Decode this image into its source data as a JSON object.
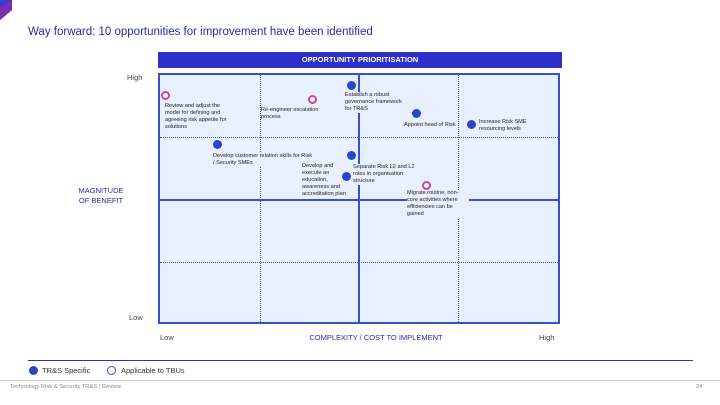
{
  "slide": {
    "title": "Way forward: 10 opportunities for improvement have been identified",
    "banner": "OPPORTUNITY PRIORITISATION",
    "footer": "Technology Risk & Security TR&S | Review",
    "page_number": "24"
  },
  "axes": {
    "y_label_line1": "MAGNITUDE",
    "y_label_line2": "OF BENEFIT",
    "y_high": "High",
    "y_low": "Low",
    "x_label": "COMPLEXITY / COST TO IMPLEMENT",
    "x_low": "Low",
    "x_high": "High"
  },
  "opportunities": [
    {
      "label": "Review and adjust the model for defining and agreeing risk appetite for solutions",
      "type": "Applicable to TBUs"
    },
    {
      "label": "Re-engineer escalation process",
      "type": "Applicable to TBUs"
    },
    {
      "label": "Establish a robust governance framework for TR&S",
      "type": "TR&S Specific"
    },
    {
      "label": "Appoint head of Risk",
      "type": "TR&S Specific"
    },
    {
      "label": "Increase Risk SME resourcing levels",
      "type": "TR&S Specific"
    },
    {
      "label": "Develop customer relation skills for Risk / Security SMEs",
      "type": "TR&S Specific"
    },
    {
      "label": "Develop and execute an education, awareness and accreditation plan",
      "type": "TR&S Specific"
    },
    {
      "label": "Separate Risk L2 and L2 roles in organisation structure",
      "type": "TR&S Specific"
    },
    {
      "label": "Migrate routine, non-core activities where efficiencies can be gained",
      "type": "Applicable to TBUs"
    }
  ],
  "legend": {
    "tr_s_specific": "TR&S Specific",
    "applicable_tbus": "Applicable to TBUs"
  },
  "colors": {
    "accent": "#2d2fc8",
    "grid": "#3550d0",
    "quadrant_fill": "#e9f0fd",
    "tbu_marker": "#d23ea9",
    "trs_marker": "#2e44c8"
  }
}
